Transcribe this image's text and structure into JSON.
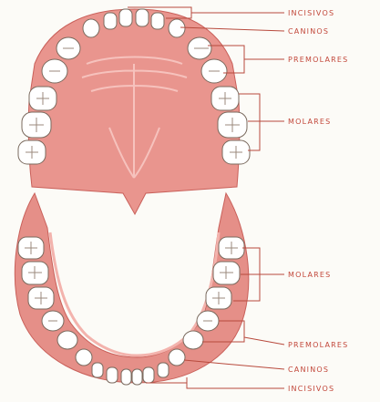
{
  "colors": {
    "background": "#fcfbf7",
    "gum": "#e58f88",
    "gum_light": "#f3b3ad",
    "gum_dark": "#c9605a",
    "tooth": "#ffffff",
    "tooth_outline": "#7a6a5e",
    "leader_line": "#b84a3d",
    "label_text": "#c2473a"
  },
  "upper_arch": {
    "labels": {
      "incisors": "INCISIVOS",
      "canines": "CANINOS",
      "premolars": "PREMOLARES",
      "molars": "MOLARES"
    }
  },
  "lower_arch": {
    "labels": {
      "molars": "MOLARES",
      "premolars": "PREMOLARES",
      "canines": "CANINOS",
      "incisors": "INCISIVOS"
    }
  }
}
